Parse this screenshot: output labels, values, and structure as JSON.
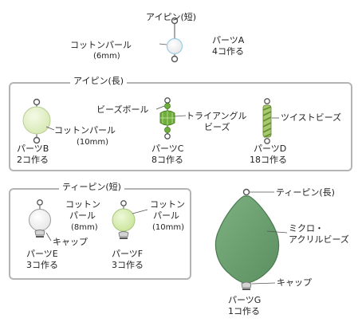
{
  "partA": {
    "eyepin": "アイピン(短)",
    "bead": "コットンパール",
    "bead_size": "(6mm)",
    "name": "パーツA",
    "qty": "4コ作る"
  },
  "section_long": {
    "title": "アイピン(長)",
    "partB": {
      "bead": "コットンパール",
      "bead_size": "(10mm)",
      "name": "パーツB",
      "qty": "2コ作る"
    },
    "partC": {
      "bead1": "ビーズボール",
      "bead2_line1": "トライアングル",
      "bead2_line2": "ビーズ",
      "name": "パーツC",
      "qty": "8コ作る"
    },
    "partD": {
      "bead": "ツイストビーズ",
      "name": "パーツD",
      "qty": "18コ作る"
    }
  },
  "section_short_tpin": {
    "title": "ティーピン(短)",
    "partE": {
      "bead_line1": "コットン",
      "bead_line2": "パール",
      "bead_size": "(8mm)",
      "cap": "キャップ",
      "name": "パーツE",
      "qty": "3コ作る"
    },
    "partF": {
      "bead_line1": "コットン",
      "bead_line2": "パール",
      "bead_size": "(10mm)",
      "name": "パーツF",
      "qty": "3コ作る"
    }
  },
  "partG": {
    "tpin": "ティーピン(長)",
    "bead_line1": "ミクロ・",
    "bead_line2": "アクリルビーズ",
    "cap": "キャップ",
    "name": "パーツG",
    "qty": "1コ作る"
  },
  "colors": {
    "pearl_white": "#ffffff",
    "pearl_green": "#e4f0c8",
    "pearl_green_bright": "#d9f0b4",
    "acrylic_green": "#6a9f6e",
    "bead_green": "#6fae3a",
    "twist_green": "#a8c870",
    "pin_gray": "#8a8a8a",
    "panel_border": "#b4b4b4"
  }
}
